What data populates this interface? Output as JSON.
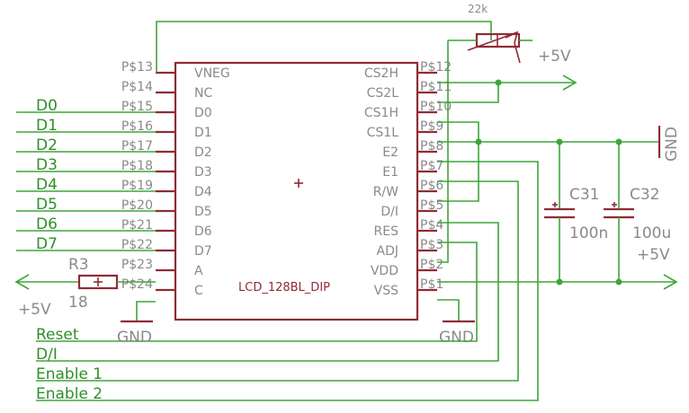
{
  "chip": {
    "name": "LCD_128BL_DIP",
    "left_pins": [
      {
        "pad": "P$13",
        "label": "VNEG"
      },
      {
        "pad": "P$14",
        "label": "NC"
      },
      {
        "pad": "P$15",
        "label": "D0"
      },
      {
        "pad": "P$16",
        "label": "D1"
      },
      {
        "pad": "P$17",
        "label": "D2"
      },
      {
        "pad": "P$18",
        "label": "D3"
      },
      {
        "pad": "P$19",
        "label": "D4"
      },
      {
        "pad": "P$20",
        "label": "D5"
      },
      {
        "pad": "P$21",
        "label": "D6"
      },
      {
        "pad": "P$22",
        "label": "D7"
      },
      {
        "pad": "P$23",
        "label": "A"
      },
      {
        "pad": "P$24",
        "label": "C"
      }
    ],
    "right_pins": [
      {
        "pad": "P$12",
        "label": "CS2H"
      },
      {
        "pad": "P$11",
        "label": "CS2L"
      },
      {
        "pad": "P$10",
        "label": "CS1H"
      },
      {
        "pad": "P$9",
        "label": "CS1L"
      },
      {
        "pad": "P$8",
        "label": "E2"
      },
      {
        "pad": "P$7",
        "label": "E1"
      },
      {
        "pad": "P$6",
        "label": "R/W"
      },
      {
        "pad": "P$5",
        "label": "D/I"
      },
      {
        "pad": "P$4",
        "label": "RES"
      },
      {
        "pad": "P$3",
        "label": "ADJ"
      },
      {
        "pad": "P$2",
        "label": "VDD"
      },
      {
        "pad": "P$1",
        "label": "VSS"
      }
    ]
  },
  "nets": {
    "data_lines": [
      "D0",
      "D1",
      "D2",
      "D3",
      "D4",
      "D5",
      "D6",
      "D7"
    ],
    "control_lines": [
      "Reset",
      "D/I",
      "Enable 1",
      "Enable 2"
    ],
    "gnd_label": "GND",
    "vcc_label": "+5V"
  },
  "parts": {
    "r3": {
      "name": "R3",
      "value": "18"
    },
    "pot": {
      "value": "22k"
    },
    "c31": {
      "name": "C31",
      "value": "100n"
    },
    "c32": {
      "name": "C32",
      "value": "100u"
    }
  }
}
